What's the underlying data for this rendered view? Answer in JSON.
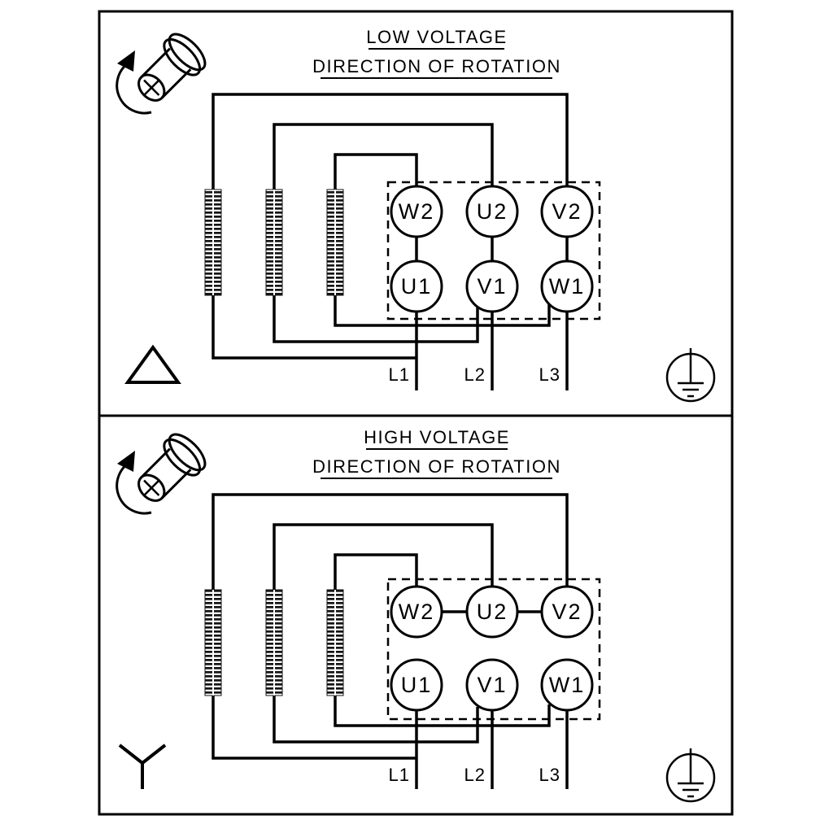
{
  "diagram": {
    "type": "motor-wiring-diagram",
    "colors": {
      "line": "#000000",
      "background": "#ffffff"
    },
    "panels": [
      {
        "title": "LOW VOLTAGE",
        "subtitle": "DIRECTION OF ROTATION",
        "connection": "delta",
        "terminals": {
          "top": [
            "W2",
            "U2",
            "V2"
          ],
          "bottom": [
            "U1",
            "V1",
            "W1"
          ]
        },
        "leads": [
          "L1",
          "L2",
          "L3"
        ]
      },
      {
        "title": "HIGH VOLTAGE",
        "subtitle": "DIRECTION OF ROTATION",
        "connection": "star",
        "terminals": {
          "top": [
            "W2",
            "U2",
            "V2"
          ],
          "bottom": [
            "U1",
            "V1",
            "W1"
          ]
        },
        "leads": [
          "L1",
          "L2",
          "L3"
        ]
      }
    ]
  }
}
